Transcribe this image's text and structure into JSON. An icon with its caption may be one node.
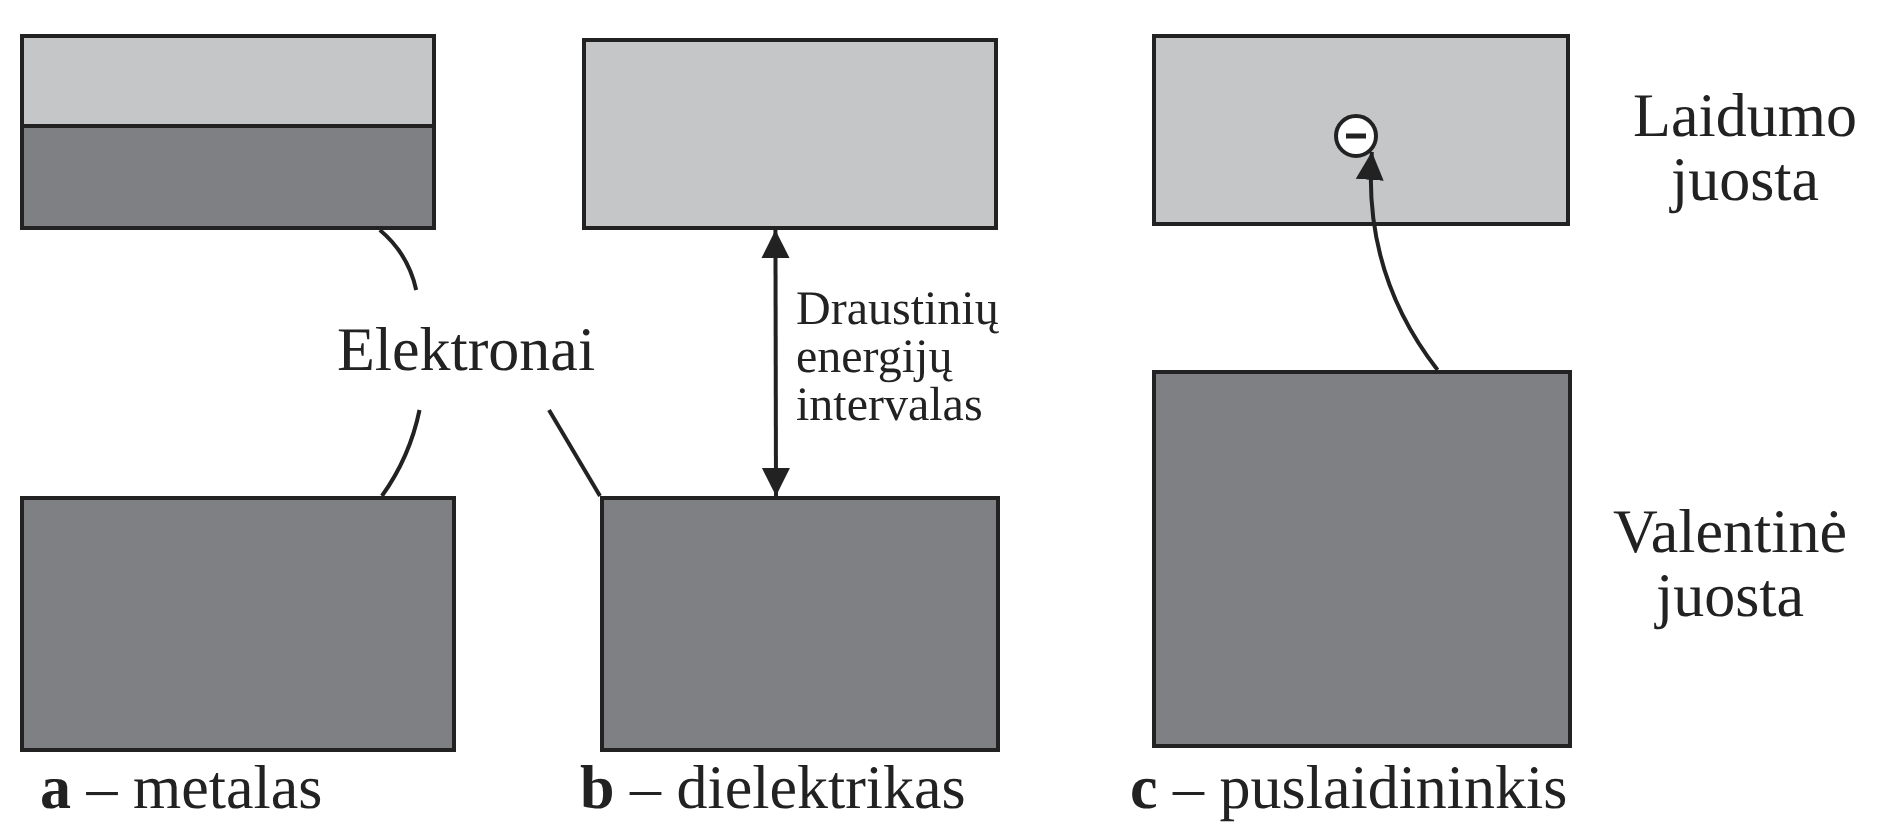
{
  "diagram": {
    "nodes": [
      {
        "text": [],
        "shape": "box"
      },
      {
        "text": [],
        "shape": "box",
        "in": 0
      },
      {
        "text": [],
        "shape": "box"
      },
      {
        "text": [],
        "shape": "box"
      },
      {
        "text": [],
        "shape": "circle",
        "in": 3
      },
      {
        "text": [
          "Elektronai"
        ]
      },
      {
        "text": [],
        "shape": "box"
      },
      {
        "text": [],
        "shape": "box"
      },
      {
        "text": [],
        "shape": "box"
      }
    ],
    "edges": [
      {
        "from": 5,
        "to": 1,
        "arrow": "none"
      },
      {
        "from": 5,
        "to": 6,
        "arrow": "none"
      },
      {
        "from": 5,
        "to": 7,
        "arrow": "none"
      },
      {
        "from": 2,
        "to": 7,
        "arrow": "both",
        "label": "Draustinių energijų intervalas"
      },
      {
        "from": 8,
        "to": 4,
        "arrow": "to"
      }
    ],
    "labels": [
      "Laidumo juosta",
      "Valentinė juosta",
      "**a** – metalas",
      "**b** – dielektrikas",
      "**c** – puslaidininkis"
    ]
  }
}
